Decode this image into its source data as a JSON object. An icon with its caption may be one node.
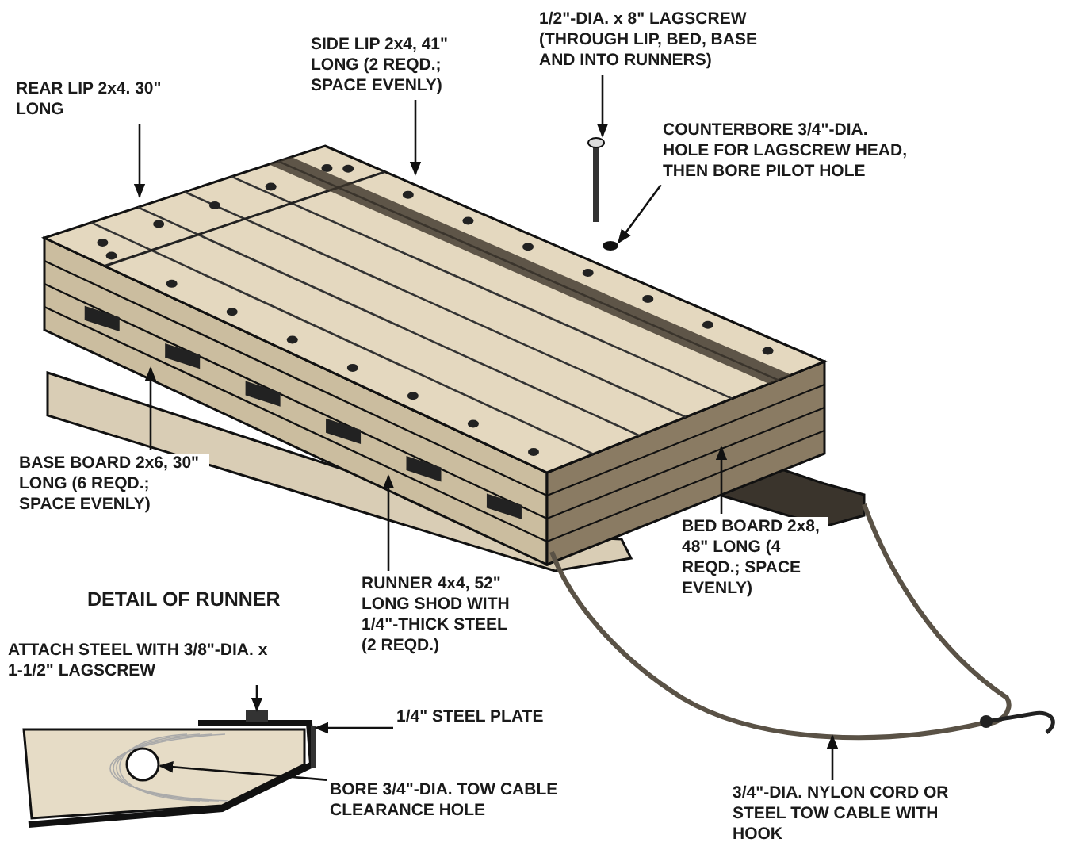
{
  "diagram": {
    "nodes": [
      {
        "text": [
          "REAR LIP 2x4. 30\" LONG"
        ]
      },
      {
        "text": [
          "SIDE LIP 2x4, 41\" LONG (2 REQD.; SPACE EVENLY)"
        ]
      },
      {
        "text": [
          "1/2\"-DIA. x 8\" LAGSCREW (THROUGH LIP, BED, BASE AND INTO RUNNERS)"
        ]
      },
      {
        "text": [
          "COUNTERBORE 3/4\"-DIA. HOLE FOR LAGSCREW HEAD, THEN BORE PILOT HOLE"
        ]
      },
      {
        "text": [
          "BASE BOARD 2x6, 30\" LONG (6 REQD.; SPACE EVENLY)"
        ]
      },
      {
        "text": [
          "BED BOARD 2x8, 48\" LONG (4 REQD.; SPACE EVENLY)"
        ]
      },
      {
        "text": [
          "RUNNER 4x4, 52\" LONG SHOD WITH 1/4\"-THICK STEEL (2 REQD.)"
        ]
      },
      {
        "text": [
          "ATTACH STEEL WITH 3/8\"-DIA. x 1-1/2\" LAGSCREW"
        ]
      },
      {
        "text": [
          "1/4\" STEEL PLATE"
        ]
      },
      {
        "text": [
          "BORE 3/4\"-DIA. TOW CABLE CLEARANCE HOLE"
        ]
      },
      {
        "text": [
          "3/4\"-DIA. NYLON CORD OR STEEL TOW CABLE WITH HOOK"
        ]
      },
      {
        "text": [],
        "shape": "box"
      },
      {
        "text": [],
        "shape": "bar"
      },
      {
        "text": [],
        "shape": "circle"
      }
    ],
    "edges": [
      {
        "from": 0,
        "to": null,
        "arrow": "to"
      },
      {
        "from": 1,
        "to": null,
        "arrow": "to"
      },
      {
        "from": 2,
        "to": null,
        "arrow": "to"
      },
      {
        "from": 3,
        "to": null,
        "arrow": "to"
      },
      {
        "from": 4,
        "to": null,
        "arrow": "to"
      },
      {
        "from": 5,
        "to": null,
        "arrow": "to"
      },
      {
        "from": 6,
        "to": null,
        "arrow": "to"
      },
      {
        "from": 7,
        "to": 11,
        "arrow": "to"
      },
      {
        "from": 8,
        "to": 12,
        "arrow": "to"
      },
      {
        "from": 9,
        "to": 13,
        "arrow": "to"
      },
      {
        "from": 10,
        "to": null,
        "arrow": "to"
      }
    ],
    "labels": [
      "DETAIL OF RUNNER"
    ]
  }
}
